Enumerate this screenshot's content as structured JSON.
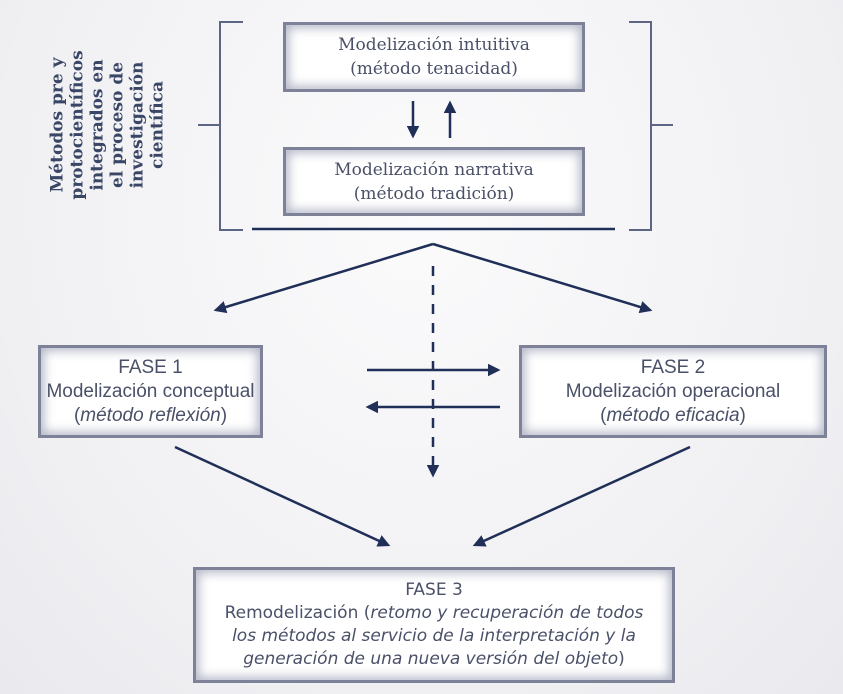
{
  "diagram": {
    "side_label": {
      "lines": [
        "Métodos pre y",
        "protocientíficos",
        "integrados en",
        "el proceso de",
        "investigación",
        "científica"
      ]
    },
    "pre_scientific": {
      "intuitive": {
        "title": "Modelización intuitiva",
        "method": "(método tenacidad)"
      },
      "narrative": {
        "title": "Modelización narrativa",
        "method": "(método tradición)"
      }
    },
    "fase1": {
      "label": "FASE 1",
      "title": "Modelización conceptual",
      "method_open": "(",
      "method": "método reflexión",
      "method_close": ")"
    },
    "fase2": {
      "label": "FASE 2",
      "title": "Modelización operacional",
      "method_open": "(",
      "method": "método eficacia",
      "method_close": ")"
    },
    "fase3": {
      "label": "FASE 3",
      "title": "Remodelización (",
      "desc_line1": "retomo y recuperación de todos",
      "desc_line2": "los métodos al servicio de la interpretación y la",
      "desc_line3": "generación de una nueva versión del objeto",
      "close": ")"
    },
    "colors": {
      "arrow": "#1f2f57",
      "bracket": "#5c6584",
      "box_border": "#7d8299",
      "text": "#4a5068"
    }
  }
}
